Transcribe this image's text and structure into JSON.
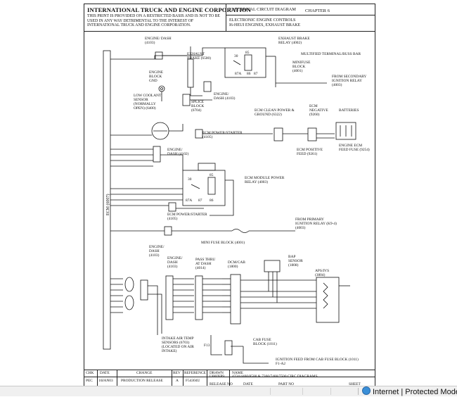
{
  "header": {
    "corporation": "INTERNATIONAL TRUCK AND ENGINE CORPORATION",
    "notice": "THIS PRINT IS PROVIDED ON A RESTRICTED BASIS AND IS NOT TO BE USED IN ANY WAY DETRIMENTAL TO THE INTEREST OF INTERNATIONAL TRUCK AND ENGINE CORPORATION.",
    "diagram_type": "ELECTRICAL CIRCUIT DIAGRAM",
    "chapter": "CHAPTER 6",
    "subtitle_1": "ELECTRONIC ENGINE CONTROLS",
    "subtitle_2": "I6-HEUI ENGINES, EXHAUST BRAKE"
  },
  "labels": {
    "engine_dash_top": "ENGINE/ DASH (4103)",
    "exhaust_brake": "EXHAUST BRAKE (6500)",
    "exhaust_brake_relay": "EXHAUST BRAKE RELAY (4002)",
    "multified_terminal": "MULTIFIED TERMINAL/BUSS BAR",
    "minifuse_block": "MINIFUSE BLOCK (4001)",
    "from_secondary_relay": "FROM SECONDARY IGNITION RELAY (4003)",
    "engine_block_gnd": "ENGINE BLOCK GND",
    "engine_dash_mid": "ENGINE/ DASH (4103)",
    "low_coolant_sensor": "LOW COOLANT SENSOR (NORMALLY OPEN) (6400)",
    "splice_block": "SPLICE BLOCK (6704)",
    "ecm_clean_power": "ECM CLEAN POWER & GROUND (6322)",
    "ecm_negative": "ECM NEGATIVE (9260)",
    "batteries": "BATTERIES",
    "ecm_power_starter_top": "ECM POWER/STARTER (4105)",
    "ecm_positive_feed": "ECM POSITIVE FEED (9261)",
    "engine_ecm_feed_fuse": "ENGINE ECM FEED FUSE (9254)",
    "engine_dash_left": "ENGINE/ DASH (4102)",
    "ecm_vertical": "ECM (6007)",
    "ecm_module_power_relay": "ECM MODULE POWER RELAY (4003)",
    "ecm_power_starter_bottom": "ECM POWER/STARTER (4105)",
    "from_primary_relay": "FROM PRIMARY IGNITION RELAY (K9-4) (4003)",
    "mini_fuse_block": "MINI FUSE BLOCK (4001)",
    "engine_dash_lower": "ENGINE/ DASH (4103)",
    "engine_dash_lower2": "ENGINE/ DASH (4103)",
    "pass_thru_dash": "PASS THRU AT DASH (4014)",
    "dcm_cab": "DCM/CAB (1800)",
    "bap_sensor": "BAP SENSOR (1808)",
    "aps_ivs": "APS/IVS (3804)",
    "intake_air_sensor": "INTAKE AIR TEMP SENSORS (6703) (LOCATED ON AIR INTAKE)",
    "f13": "F13",
    "cab_fuse_block": "CAB FUSE BLOCK (1011)",
    "ignition_feed": "IGNITION FEED FROM CAB FUSE BLOCK (1011) F1-A2"
  },
  "relay_pins": {
    "p30": "30",
    "p85": "85",
    "p86": "86",
    "p87": "87",
    "p87a": "87A"
  },
  "footer": {
    "chk": "CHK",
    "date": "DATE",
    "change": "CHANGE",
    "rev": "REV",
    "reference": "REFERENCE",
    "drawn": "DRAWN",
    "drawn_value": "U00JXP9",
    "name": "NAME",
    "name_value": "4234/4400/8500 & 7300/7400/7500 CIRC DIAGRAMS",
    "chk_value": "PEC",
    "date_value": "16JAN03",
    "change_value": "PRODUCTION RELEASE",
    "rev_value": "A",
    "reference_value": "F54304U",
    "release_no": "RELEASE NO",
    "date2": "DATE",
    "part_no": "PART NO",
    "sheet": "SHEET"
  },
  "statusbar": {
    "zone": "Internet | Protected Mode: On"
  }
}
